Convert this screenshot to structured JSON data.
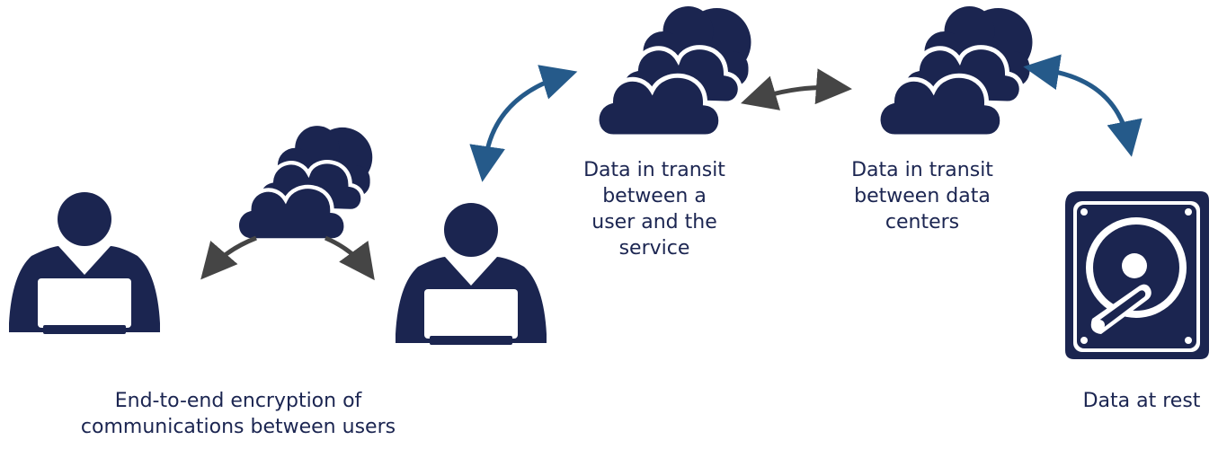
{
  "colors": {
    "navy": "#1b2550",
    "blue_arrow": "#255a8a",
    "gray_arrow": "#454545",
    "text": "#1b2551"
  },
  "labels": {
    "end_to_end": "End-to-end encryption of\ncommunications between users",
    "user_service": "Data in transit\nbetween a\nuser and the\nservice",
    "data_centers": "Data in transit\nbetween data\ncenters",
    "at_rest": "Data at rest"
  },
  "icons": [
    "user-laptop-icon",
    "cloud-icon",
    "hard-drive-icon"
  ]
}
